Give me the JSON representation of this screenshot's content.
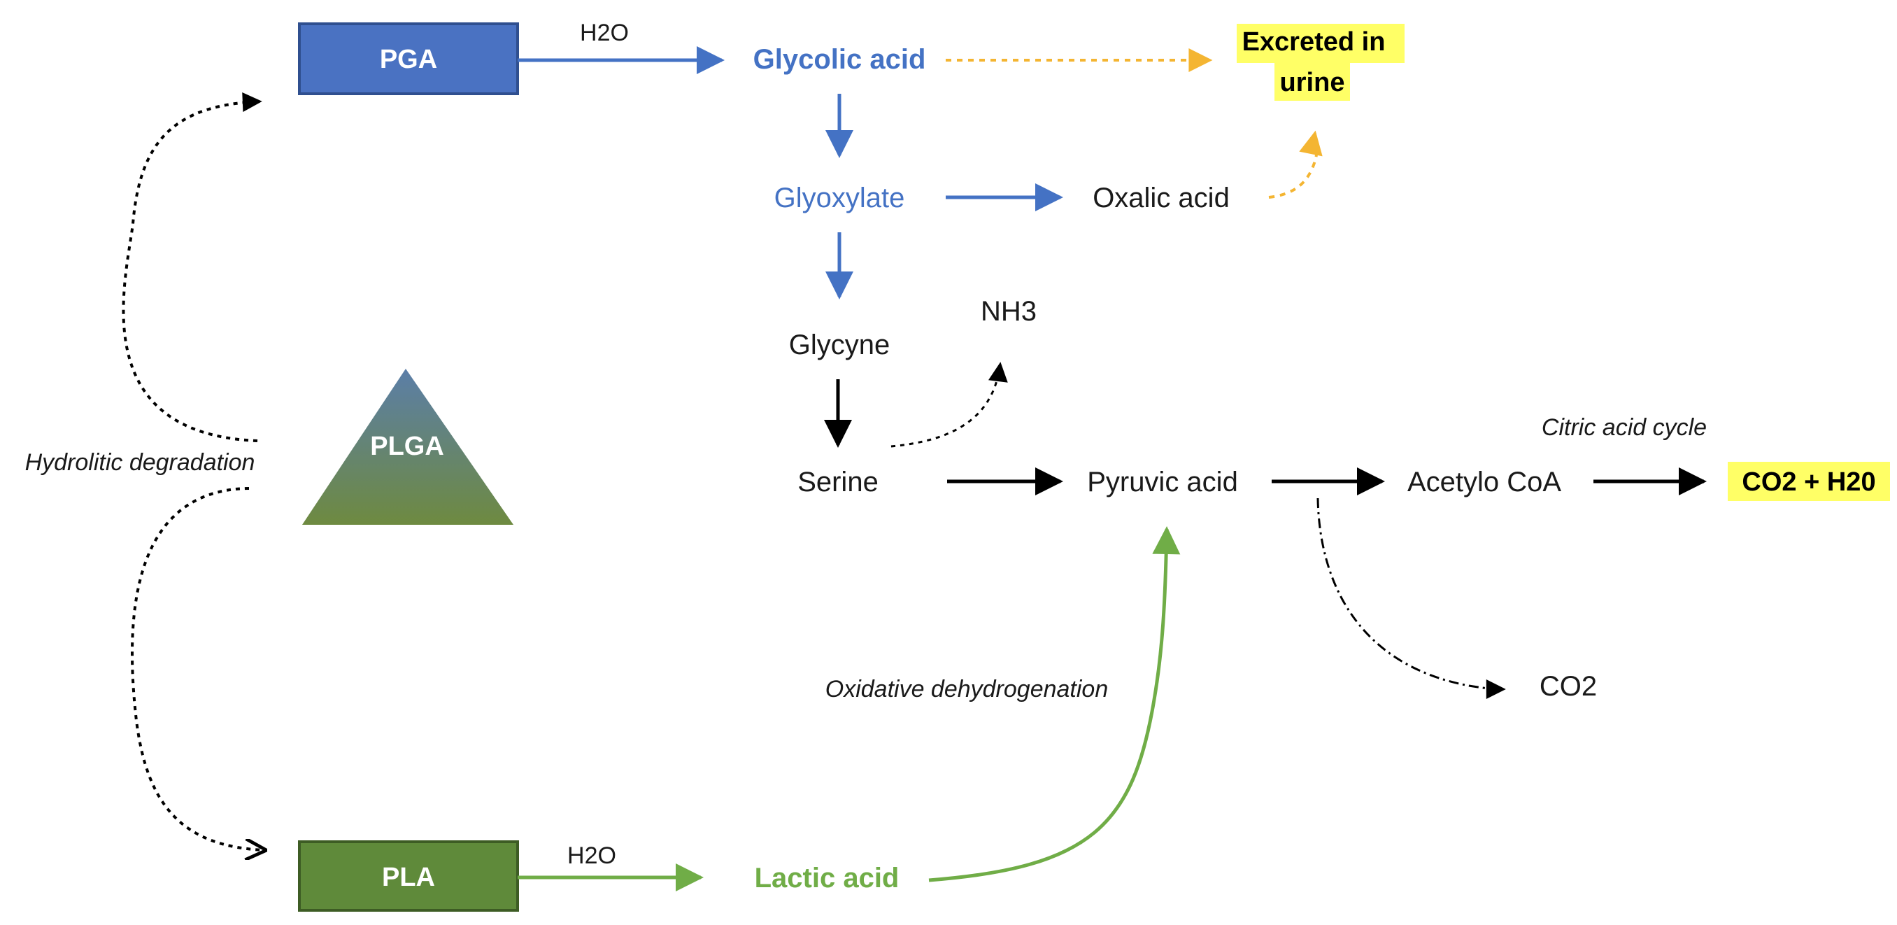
{
  "colors": {
    "blue": "#4472c4",
    "blue_box": "#4a72c2",
    "blue_box_border": "#2f4f8f",
    "green": "#70ad47",
    "green_box": "#5f8a3a",
    "green_box_border": "#3d5c24",
    "orange": "#f4b532",
    "highlight": "#ffff66",
    "black": "#000000",
    "triangle_top": "#5b7ea8",
    "triangle_bottom": "#6e8a40"
  },
  "nodes": {
    "pga": "PGA",
    "plga": "PLGA",
    "pla": "PLA",
    "h2o_top": "H2O",
    "h2o_bottom": "H2O",
    "glycolic_acid": "Glycolic acid",
    "excreted_line1": "Excreted in",
    "excreted_line2": "urine",
    "glyoxylate": "Glyoxylate",
    "oxalic_acid": "Oxalic acid",
    "glycyne": "Glycyne",
    "nh3": "NH3",
    "serine": "Serine",
    "pyruvic_acid": "Pyruvic acid",
    "acetylo_coa": "Acetylo CoA",
    "co2_h2o": "CO2  + H20",
    "co2": "CO2",
    "lactic_acid": "Lactic acid"
  },
  "notes": {
    "hydrolitic": "Hydrolitic degradation",
    "citric": "Citric acid cycle",
    "oxidative": "Oxidative dehydrogenation"
  }
}
